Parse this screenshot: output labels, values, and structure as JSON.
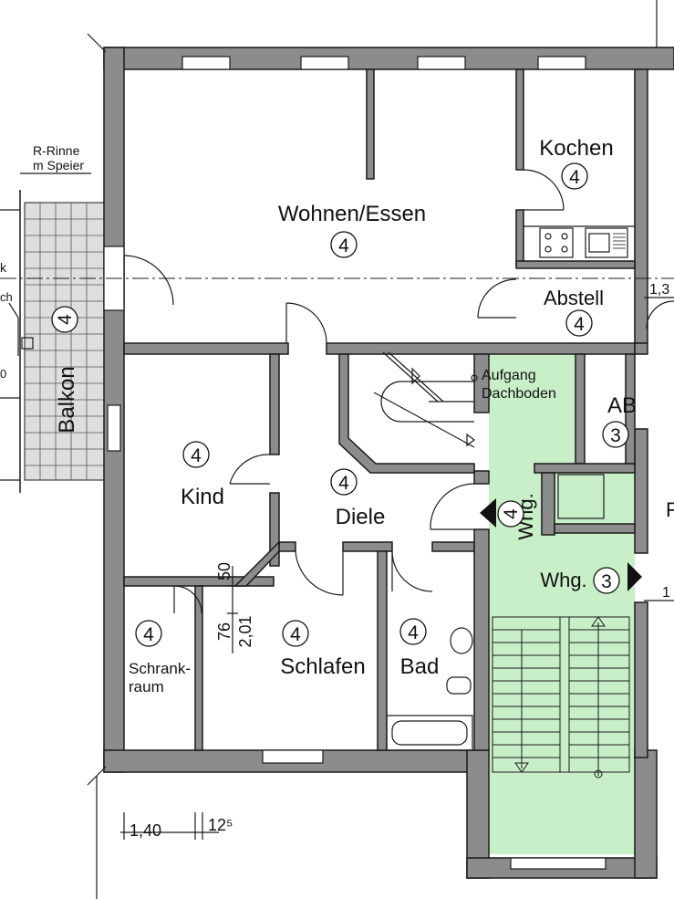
{
  "colors": {
    "wall": "#8c8c8c",
    "staircase": "#c9efc9",
    "balcony_tile": "#dedede",
    "line": "#1a1a1a"
  },
  "rooms": {
    "wohnen": {
      "name": "Wohnen/Essen",
      "unit": "4"
    },
    "kochen": {
      "name": "Kochen",
      "unit": "4"
    },
    "abstell": {
      "name": "Abstell",
      "unit": "4"
    },
    "balkon": {
      "name": "Balkon",
      "unit": "4"
    },
    "kind": {
      "name": "Kind",
      "unit": "4"
    },
    "diele": {
      "name": "Diele",
      "unit": "4"
    },
    "schrank": {
      "name_line1": "Schrank-",
      "name_line2": "raum",
      "unit": "4"
    },
    "schlafen": {
      "name": "Schlafen",
      "unit": "4"
    },
    "bad": {
      "name": "Bad",
      "unit": "4"
    },
    "ab": {
      "name": "AB",
      "unit": "3"
    },
    "whg4": {
      "name": "Whg.",
      "unit": "4"
    },
    "whg3": {
      "name": "Whg.",
      "unit": "3"
    }
  },
  "annotations": {
    "aufgang_line1": "Aufgang",
    "aufgang_line2": "Dachboden",
    "rinne_line1": "R-Rinne",
    "rinne_line2": "m Speier",
    "cut_k": "k",
    "cut_ch": "ch",
    "cut_0": "0",
    "cut_13": "1,3",
    "cut_1": "1",
    "cut_F": "F"
  },
  "dimensions": {
    "d50": "50",
    "d76": "76",
    "d201": "2,01",
    "d140": "1,40",
    "d125": "12⁵"
  }
}
